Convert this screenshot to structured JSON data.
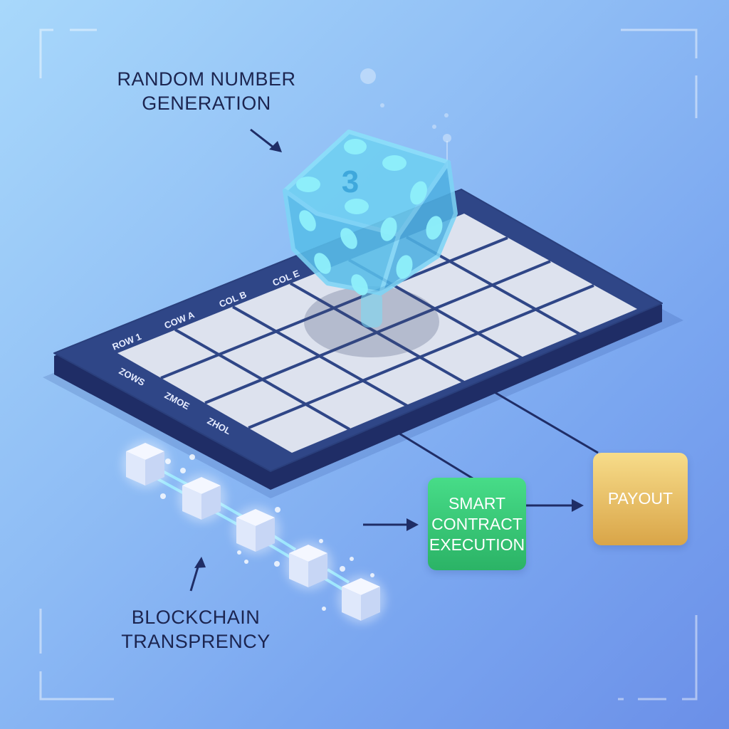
{
  "labels": {
    "rng_line1": "RANDOM NUMBER",
    "rng_line2": "GENERATION",
    "blockchain_line1": "BLOCKCHAIN",
    "blockchain_line2": "TRANSPRENCY"
  },
  "grid": {
    "header_labels": [
      "ROW 1",
      "COW A",
      "COL B",
      "COL E"
    ],
    "side_labels": [
      "ZOWS",
      "ZMOE",
      "ZHOL"
    ],
    "rows": 4,
    "cols": 6
  },
  "dice": {
    "face_number": "3",
    "icon": "dice-icon"
  },
  "flow": {
    "smart_contract_line1": "SMART",
    "smart_contract_line2": "CONTRACT",
    "smart_contract_line3": "EXECUTION",
    "payout": "PAYOUT"
  },
  "blockchain": {
    "block_count": 5
  },
  "colors": {
    "board": "#2f4687",
    "board_edge": "#1f2d66",
    "cell": "#dde2ee",
    "smart_contract": "#35c574",
    "payout": "#e8bf62",
    "text_dark": "#1c2550",
    "dice": "#5cc4ec"
  }
}
